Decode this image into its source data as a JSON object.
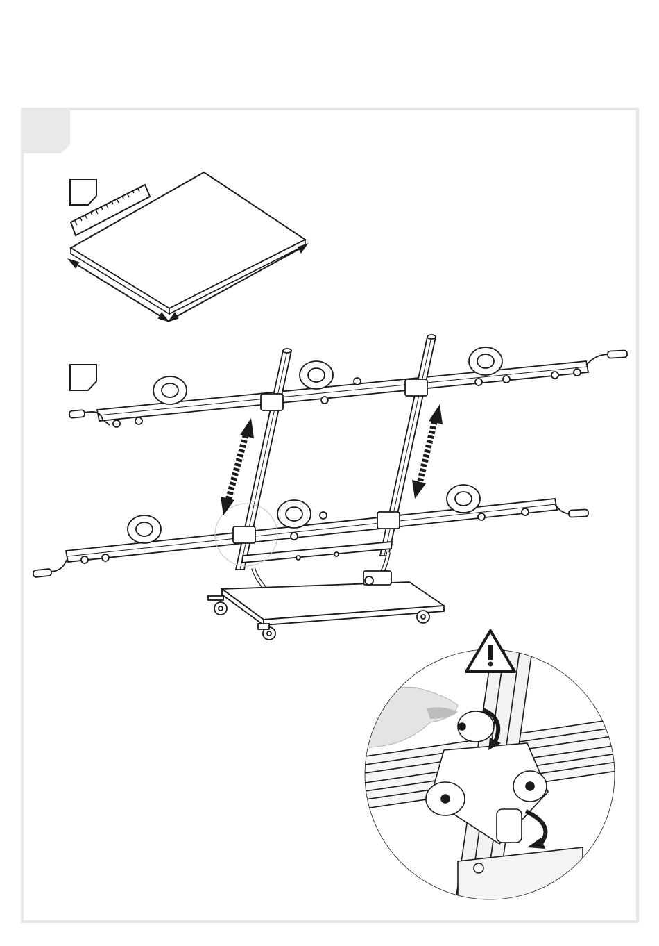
{
  "page": {
    "background": "#ffffff",
    "frame_color": "#e6e6e6",
    "step_tab_color": "#e9e9e9",
    "line_color": "#1a1a1a"
  },
  "icons": {
    "measure": "ruler-icon",
    "adjust": "frame-adjust-icon",
    "warning": "warning-triangle-icon"
  },
  "illustrations": {
    "panel": "glass-panel-measure-illustration",
    "frame": "transport-frame-illustration",
    "detail": "knob-detail-illustration"
  }
}
